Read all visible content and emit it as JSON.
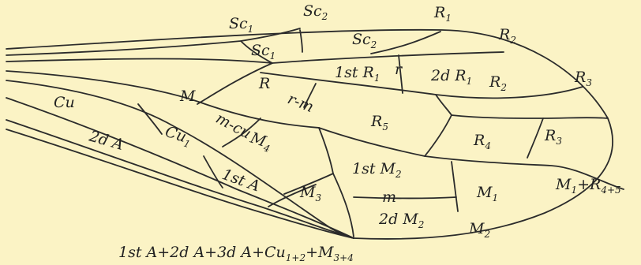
{
  "figure": {
    "background": "#fbf3c5",
    "ink": "#2b2b2b"
  },
  "labels": {
    "sc1_margin": {
      "base": "Sc",
      "sub": "1"
    },
    "sc2_margin": {
      "base": "Sc",
      "sub": "2"
    },
    "r1_margin": {
      "base": "R",
      "sub": "1"
    },
    "r2_margin": {
      "base": "R",
      "sub": "2"
    },
    "r3_margin": {
      "base": "R",
      "sub": "3"
    },
    "sc1_cell": {
      "base": "Sc",
      "sub": "1"
    },
    "sc2_cell": {
      "base": "Sc",
      "sub": "2"
    },
    "first_r1": {
      "base": "1st R",
      "sub": "1"
    },
    "r_crossvein": {
      "base": "r",
      "sub": ""
    },
    "second_r1": {
      "base": "2d R",
      "sub": "1"
    },
    "r2_cell": {
      "base": "R",
      "sub": "2"
    },
    "r_cell": {
      "base": "R",
      "sub": ""
    },
    "rm_crossvein": {
      "base": "r-m",
      "sub": ""
    },
    "m_cell": {
      "base": "M",
      "sub": ""
    },
    "cu_cell": {
      "base": "Cu",
      "sub": ""
    },
    "mcu_crossvein": {
      "base": "m-cu",
      "sub": ""
    },
    "cu1_cell": {
      "base": "Cu",
      "sub": "1"
    },
    "m4_cell": {
      "base": "M",
      "sub": "4"
    },
    "r5_cell": {
      "base": "R",
      "sub": "5"
    },
    "r4_cell": {
      "base": "R",
      "sub": "4"
    },
    "r3_cell": {
      "base": "R",
      "sub": "3"
    },
    "second_a": {
      "base": "2d A",
      "sub": ""
    },
    "first_m2": {
      "base": "1st M",
      "sub": "2"
    },
    "first_a": {
      "base": "1st A",
      "sub": ""
    },
    "m3_cell": {
      "base": "M",
      "sub": "3"
    },
    "m_crossvein": {
      "base": "m",
      "sub": ""
    },
    "m1_cell": {
      "base": "M",
      "sub": "1"
    },
    "m1_r45": {
      "base": "M",
      "sub": "1",
      "mid": "+R",
      "sub2": "4+5"
    },
    "second_m2": {
      "base": "2d M",
      "sub": "2"
    },
    "m2_margin": {
      "base": "M",
      "sub": "2"
    },
    "bottom_caption": {
      "base": "1st A+2d A+3d A+Cu",
      "sub": "1+2",
      "mid": "+M",
      "sub2": "3+4"
    }
  }
}
